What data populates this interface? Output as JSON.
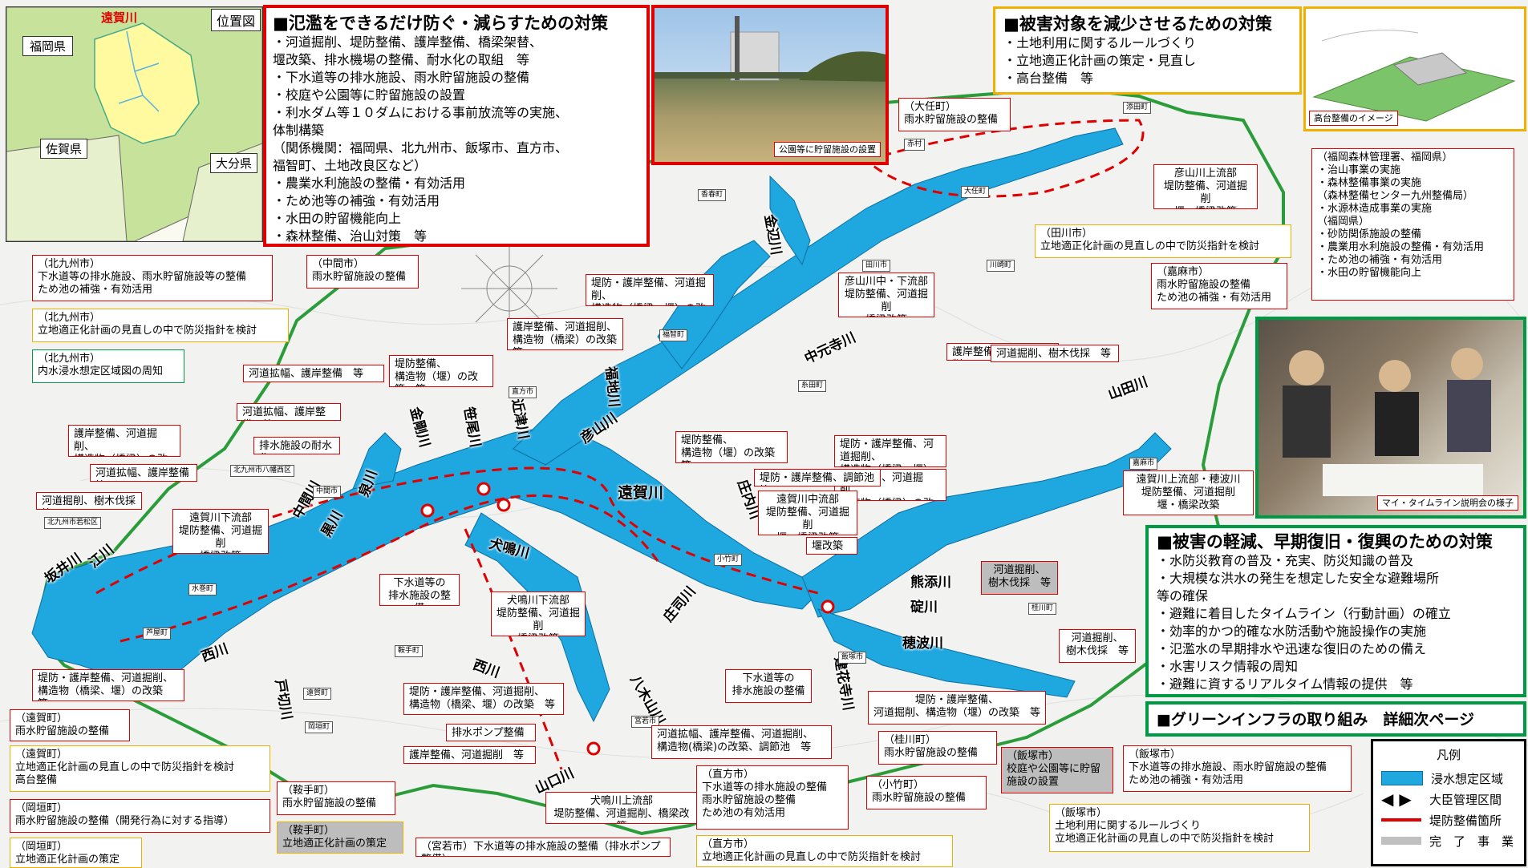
{
  "inset": {
    "title": "位置図",
    "river": "遠賀川",
    "prefectures": [
      "福岡県",
      "佐賀県",
      "大分県"
    ]
  },
  "box_flood": {
    "title": "■氾濫をできるだけ防ぐ・減らすための対策",
    "lines": [
      "・河道掘削、堤防整備、護岸整備、橋梁架替、",
      "  堰改築、排水機場の整備、耐水化の取組　等",
      "・下水道等の排水施設、雨水貯留施設の整備",
      "・校庭や公園等に貯留施設の設置",
      "・利水ダム等１０ダムにおける事前放流等の実施、",
      "  体制構築",
      "  （関係機関：福岡県、北九州市、飯塚市、直方市、",
      "  福智町、土地改良区など）",
      "・農業水利施設の整備・有効活用",
      "・ため池等の補強・有効活用",
      "・水田の貯留機能向上",
      "・森林整備、治山対策　等"
    ],
    "photo_caption": "公園等に貯留施設の設置"
  },
  "box_target": {
    "title": "■被害対象を減少させるための対策",
    "lines": [
      "・土地利用に関するルールづくり",
      "・立地適正化計画の策定・見直し",
      "・高台整備　等"
    ],
    "photo_caption": "高台整備のイメージ"
  },
  "box_recovery": {
    "title": "■被害の軽減、早期復旧・復興のための対策",
    "lines": [
      "・水防災教育の普及・充実、防災知識の普及",
      "・大規模な洪水の発生を想定した安全な避難場所",
      "  等の確保",
      "・避難に着目したタイムライン（行動計画）の確立",
      "・効率的かつ的確な水防活動や施設操作の実施",
      "・氾濫水の早期排水や迅速な復旧のための備え",
      "・水害リスク情報の周知",
      "・避難に資するリアルタイム情報の提供　等"
    ]
  },
  "green_infra": "■グリーンインフラの取り組み　詳細次ページ",
  "timeline_caption": "マイ・タイムライン説明会の様子",
  "legend": {
    "title": "凡例",
    "items": [
      "浸水想定区域",
      "大臣管理区間",
      "堤防整備箇所",
      "完　了　事　業"
    ]
  },
  "rivers": [
    "遠賀川",
    "彦山川",
    "中元寺川",
    "金辺川",
    "山田川",
    "犬鳴川",
    "西川",
    "黒川",
    "金剛川",
    "笹尾川",
    "近津川",
    "福地川",
    "八木山川",
    "穂波川",
    "庄内川",
    "建花寺川",
    "熊添川",
    "碇川",
    "江川",
    "坂井川",
    "戸切川",
    "山口川",
    "中間川",
    "泉川",
    "庄司川",
    "西川"
  ],
  "towns": [
    "添田町",
    "赤村",
    "香春町",
    "大任町",
    "田川市",
    "川崎町",
    "福智町",
    "直方市",
    "糸田町",
    "北九州市八幡西区",
    "北九州市若松区",
    "中間市",
    "水巻町",
    "芦屋町",
    "遠賀町",
    "岡垣町",
    "鞍手町",
    "小竹町",
    "宮若市",
    "飯塚市",
    "桂川町",
    "嘉麻市"
  ],
  "callouts": {
    "kitakyu1": "（北九州市）\n下水道等の排水施設、雨水貯留施設等の整備\nため池の補強・有効活用",
    "kitakyu2": "（北九州市）\n立地適正化計画の見直しの中で防災指針を検討",
    "kitakyu3": "（北九州市）\n内水浸水想定区域図の周知",
    "nakama": "（中間市）\n雨水貯留施設の整備",
    "river_widen1": "河道拡幅、護岸整備　等",
    "weir1": "堤防整備、\n構造物（堰）の改築　等",
    "river_widen2": "河道拡幅、護岸整備　等",
    "revet1": "護岸整備、河道掘削、\n構造物（橋梁）の改築　等",
    "drain_resist": "排水施設の耐水化",
    "river_widen3": "河道拡幅、護岸整備　等",
    "dredge1": "河道掘削、樹木伐採　等",
    "onga_down": "遠賀川下流部\n堤防整備、河道掘削\n橋梁改築",
    "levee1": "堤防・護岸整備、河道掘削、\n構造物（橋梁、堰）の改築　等",
    "onga_town1": "（遠賀町）\n雨水貯留施設の整備",
    "onga_town2": "（遠賀町）\n立地適正化計画の見直しの中で防災指針を検討\n高台整備",
    "okagaki1": "（岡垣町）\n雨水貯留施設の整備（開発行為に対する指導）",
    "okagaki2": "（岡垣町）\n立地適正化計画の策定",
    "sewer1": "下水道等の\n排水施設の整備",
    "inunaki": "犬鳴川下流部\n堤防整備、河道掘削\n橋梁改築",
    "levee2": "堤防・護岸整備、河道掘削、\n構造物（橋梁、堰）の改築　等",
    "pump": "排水ポンプ整備",
    "revet2": "護岸整備、河道掘削　等",
    "kurate1": "（鞍手町）\n雨水貯留施設の整備",
    "kurate2": "（鞍手町）\n立地適正化計画の策定",
    "miyawaka": "（宮若市）下水道等の排水施設の整備（排水ポンプ整備）",
    "yamaguchi": "犬鳴川上流部\n堤防整備、河道掘削、橋梁改築",
    "levee3": "堤防・護岸整備、河道掘削、\n構造物（橋梁、堰）の改築　等",
    "revet3": "護岸整備、河道掘削、\n構造物（橋梁）の改築　等",
    "weir2": "堤防整備、\n構造物（堰）の改築　等",
    "levee4": "堤防・護岸整備、河道掘削、\n構造物（橋梁、堰）の改築　等",
    "hikosan_mid": "彦山川中・下流部\n堤防整備、河道掘削\n橋梁改築",
    "revet4": "護岸整備、河道掘削、\n構造物（橋梁）の改築　等",
    "revet5": "護岸整備、河道掘削、\n構造物（橋梁）の改築　等",
    "levee5": "堤防・護岸整備、調節池　等",
    "onga_mid": "遠賀川中流部\n堤防整備、河道掘削\n堰・橋梁改築",
    "weir_mod": "堰改築",
    "ooto": "（大任町）\n雨水貯留施設の整備",
    "hikosan_up": "彦山川上流部\n堤防整備、河道掘削\n堰・橋梁改築",
    "tagawa": "（田川市）\n立地適正化計画の見直しの中で防災指針を検討",
    "kama": "（嘉麻市）\n雨水貯留施設の整備\nため池の補強・有効活用",
    "dredge2": "河道掘削、樹木伐採　等",
    "onga_up": "遠賀川上流部・穂波川\n堤防整備、河道掘削\n堰・橋梁改築",
    "forest": "（福岡森林管理署、福岡県）\n・治山事業の実施\n・森林整備事業の実施\n（森林整備センター九州整備局）\n・水源林造成事業の実施\n（福岡県）\n・砂防関係施設の整備\n・農業用水利施設の整備・有効活用\n・ため池の補強・有効活用\n・水田の貯留機能向上",
    "dredge3": "河道掘削、\n樹木伐採　等",
    "dredge4": "河道掘削、\n樹木伐採　等",
    "sewer2": "下水道等の\n排水施設の整備",
    "river_widen4": "河道拡幅、護岸整備、河道掘削、\n構造物(橋梁)の改築、調節池　等",
    "levee6": "堤防・護岸整備、\n河道掘削、構造物（堰）の改築　等",
    "keisen": "（桂川町）\n雨水貯留施設の整備",
    "nogata1": "（直方市）\n下水道等の排水施設の整備\n雨水貯留施設の整備\nため池の有効活用",
    "nogata2": "（直方市）\n立地適正化計画の見直しの中で防災指針を検討",
    "kotake": "（小竹町）\n雨水貯留施設の整備",
    "iizuka1": "（飯塚市）\n校庭や公園等に貯留\n施設の設置",
    "iizuka2": "（飯塚市）\n下水道等の排水施設、雨水貯留施設の整備\nため池の補強・有効活用",
    "iizuka3": "（飯塚市）\n土地利用に関するルールづくり\n立地適正化計画の見直しの中で防災指針を検討"
  }
}
